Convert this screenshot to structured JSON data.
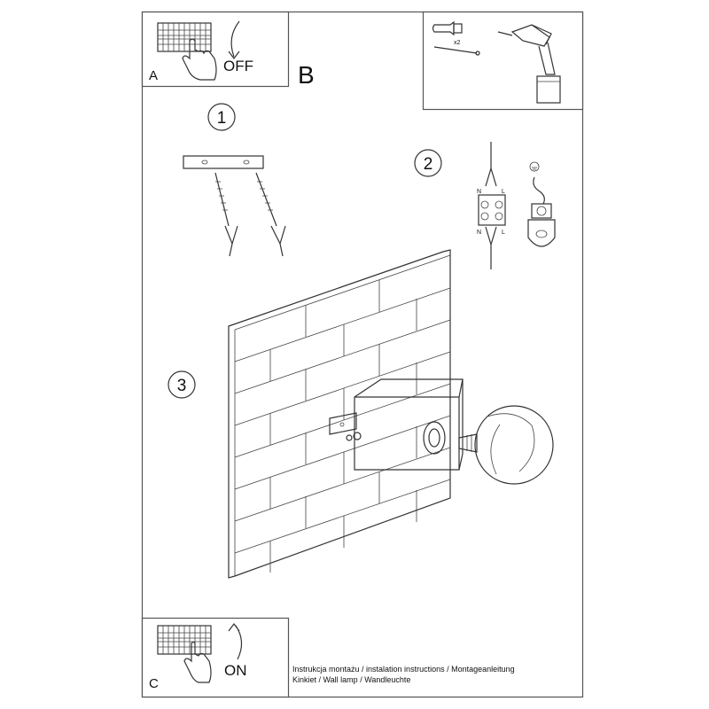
{
  "panels": {
    "a": {
      "letter": "A",
      "action": "OFF"
    },
    "b": {
      "letter": "B"
    },
    "c": {
      "letter": "C",
      "action": "ON"
    }
  },
  "tools": {
    "quantity": "x2"
  },
  "steps": [
    {
      "number": "1"
    },
    {
      "number": "2"
    },
    {
      "number": "3"
    }
  ],
  "wiring": {
    "neutral": "N",
    "live": "L"
  },
  "footer": {
    "line1": "Instrukcja montażu / instalation instructions / Montageanleitung",
    "line2": "Kinkiet / Wall lamp / Wandleuchte"
  }
}
